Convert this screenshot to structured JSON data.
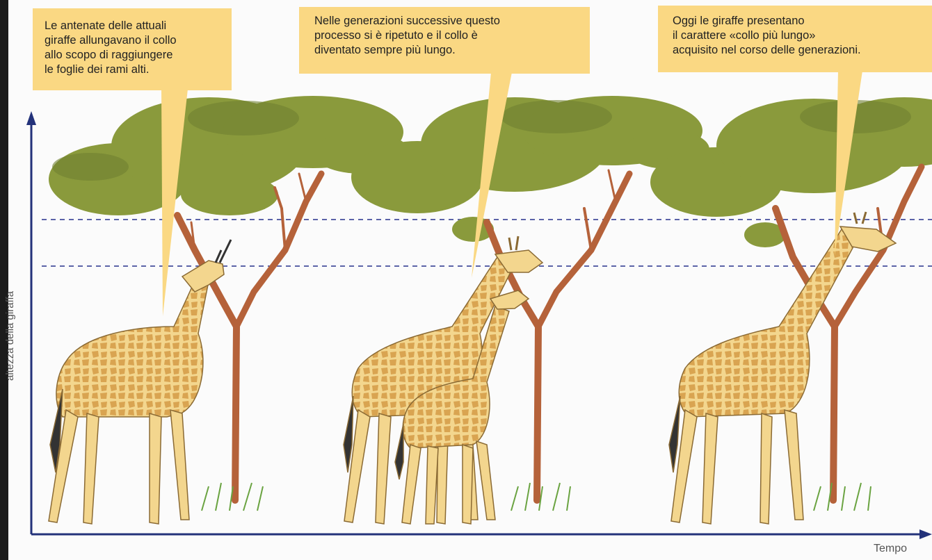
{
  "captions": [
    {
      "lines": [
        "Le antenate delle attuali",
        "giraffe allungavano il collo",
        "allo scopo di raggiungere",
        "le foglie dei rami alti."
      ]
    },
    {
      "lines": [
        "Nelle generazioni successive questo",
        "processo si è ripetuto e il collo è",
        "diventato sempre più lungo."
      ]
    },
    {
      "lines": [
        "Oggi le giraffe presentano",
        "il carattere «collo più lungo»",
        "acquisito nel corso delle generazioni."
      ]
    }
  ],
  "axes": {
    "y_label": "altezza della giraffa",
    "x_label": "Tempo"
  },
  "colors": {
    "caption_bg": "#fad883",
    "foliage": "#8a9a3c",
    "trunk": "#b5623a",
    "giraffe_body": "#f3d68e",
    "giraffe_spot": "#d9a451",
    "axis": "#23327a",
    "guide": "#5b63a8"
  }
}
